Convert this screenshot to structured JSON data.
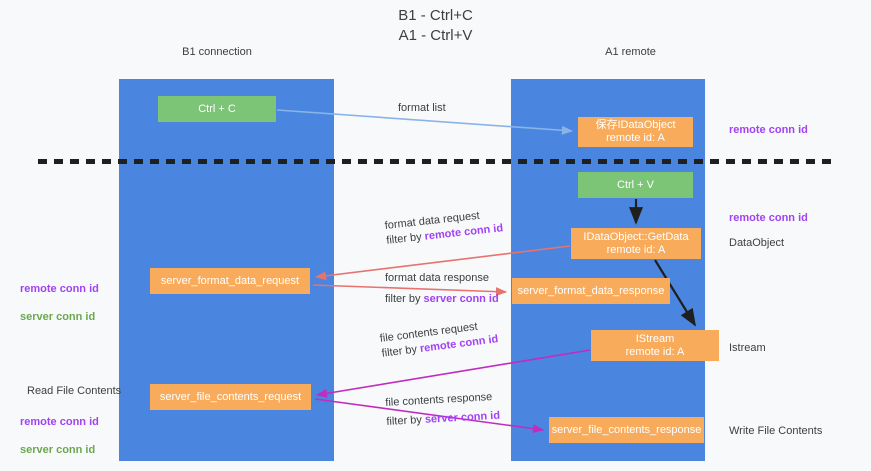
{
  "title": "B1 - Ctrl+C\nA1 - Ctrl+V",
  "columns": {
    "left": {
      "name": "B1",
      "role": "connection",
      "label": "B1\nconnection"
    },
    "right": {
      "name": "A1",
      "role": "remote",
      "label": "A1\nremote"
    }
  },
  "colors": {
    "lane": "#4a86e0",
    "green_node": "#7cc576",
    "orange_node": "#f9ab5c",
    "accent_purple": "#a142f4",
    "accent_green": "#6aa84f",
    "arrow_blue": "#8ab4e8",
    "arrow_red": "#e8726e",
    "arrow_magenta": "#c22bbd",
    "arrow_black": "#1f1f1f",
    "background": "#f8f9fa",
    "divider": "#1f1f1f"
  },
  "nodes": {
    "ctrl_c": "Ctrl + C",
    "save_idataobject": "保存IDataObject\nremote id: A",
    "ctrl_v": "Ctrl + V",
    "getdata": "IDataObject::GetData\nremote id: A",
    "server_format_data_request": "server_format_data_request",
    "server_format_data_response": "server_format_data_response",
    "istream": "IStream\nremote id: A",
    "server_file_contents_request": "server_file_contents_request",
    "server_file_contents_response": "server_file_contents_response"
  },
  "edge_labels": {
    "format_list": {
      "line1": "format list"
    },
    "format_data_request": {
      "line1": "format data request",
      "line2_prefix": "filter by ",
      "line2_key": "remote conn id"
    },
    "format_data_response": {
      "line1": "format data response",
      "line2_prefix": "filter by ",
      "line2_key": "server conn id"
    },
    "file_contents_request": {
      "line1": "file contents request",
      "line2_prefix": "filter by ",
      "line2_key": "remote conn id"
    },
    "file_contents_response": {
      "line1": "file contents response",
      "line2_prefix": "filter by ",
      "line2_key": "server conn id"
    }
  },
  "right_annotations": {
    "remote_conn_id_top": "remote conn id",
    "remote_conn_id_mid": "remote conn id",
    "dataobject": "DataObject",
    "istream": "Istream",
    "write_file_contents": "Write File Contents"
  },
  "left_annotations": {
    "remote_conn_id_1": "remote conn id",
    "server_conn_id_1": "server conn id",
    "read_file_contents": "Read File Contents",
    "remote_conn_id_2": "remote conn id",
    "server_conn_id_2": "server conn id"
  }
}
